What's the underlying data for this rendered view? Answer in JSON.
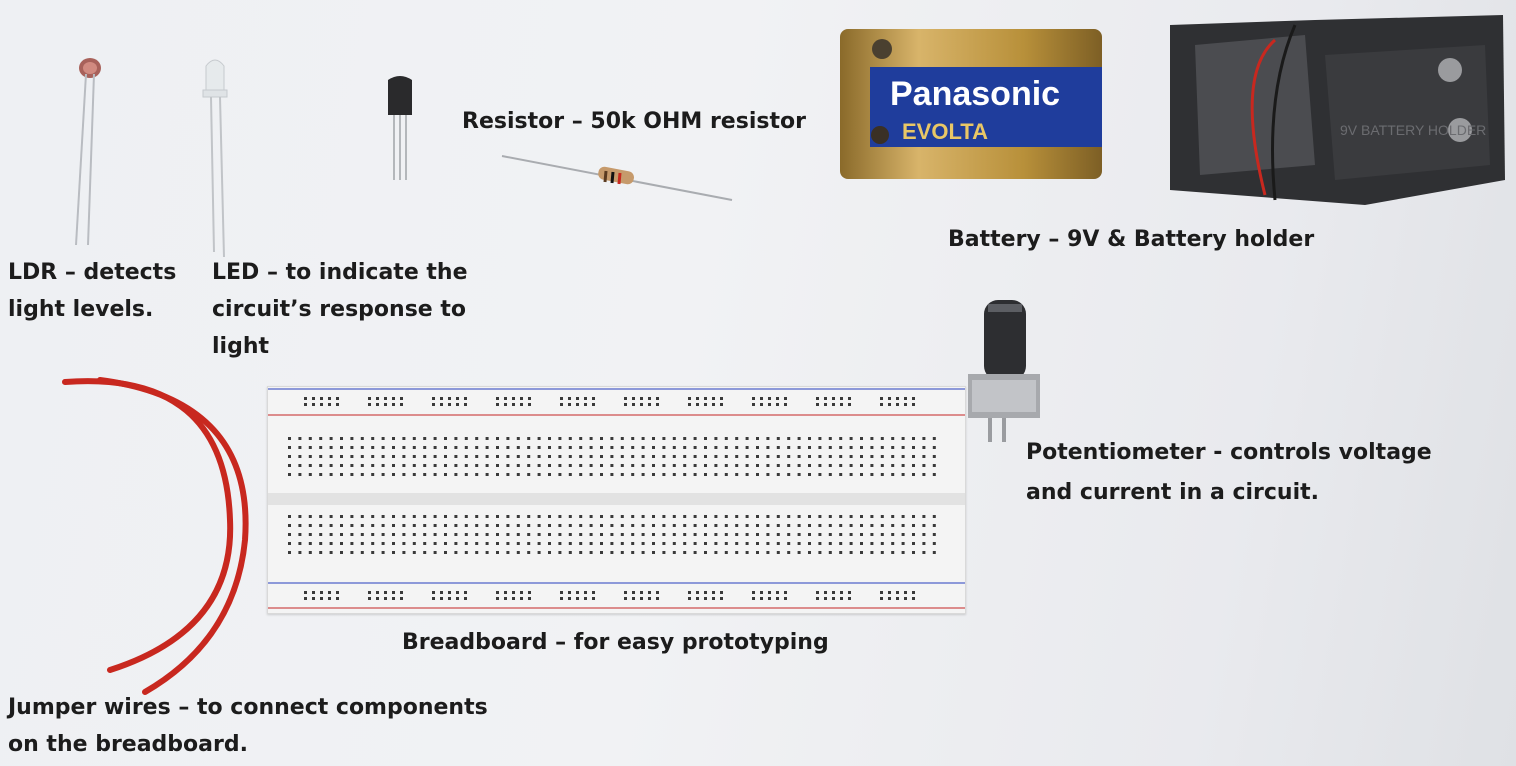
{
  "labels": {
    "ldr": "LDR – detects\nlight levels.",
    "led": "LED – to indicate the\ncircuit’s response to\nlight",
    "resistor": "Resistor – 50k OHM resistor",
    "battery": "Battery – 9V & Battery holder",
    "potentiometer": "Potentiometer - controls voltage\nand current in a circuit.",
    "breadboard": "Breadboard – for easy prototyping",
    "jumper": "Jumper wires – to connect components\non the breadboard."
  },
  "battery_brand": {
    "brand": "Panasonic",
    "line": "EVOLTA",
    "holder_text": "9V BATTERY HOLDER"
  },
  "colors": {
    "wire_red": "#c8281f",
    "battery_gold": "#b8903a",
    "battery_blue": "#1f3d9c"
  }
}
